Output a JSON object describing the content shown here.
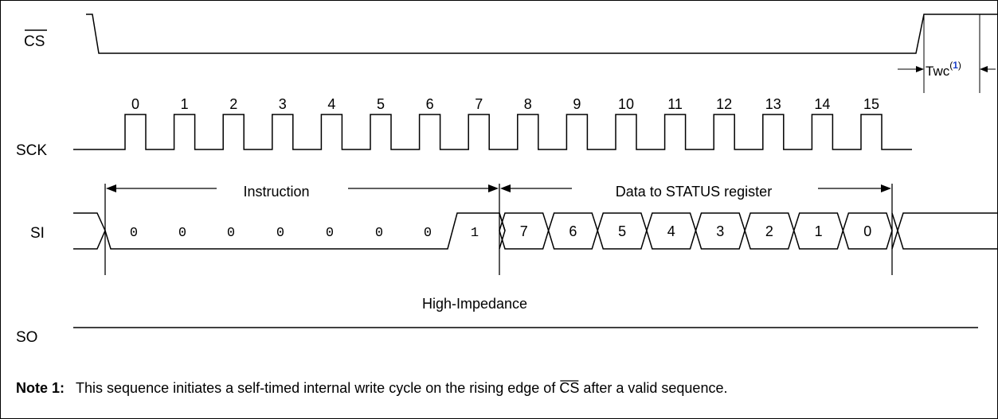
{
  "signals": {
    "cs": "CS",
    "sck": "SCK",
    "si": "SI",
    "so": "SO"
  },
  "clock_numbers": [
    "0",
    "1",
    "2",
    "3",
    "4",
    "5",
    "6",
    "7",
    "8",
    "9",
    "10",
    "11",
    "12",
    "13",
    "14",
    "15"
  ],
  "timing": {
    "twc_main": "Twc",
    "twc_note_ref": "1",
    "twc_close": ")",
    "twc_open": "("
  },
  "instruction": {
    "label": "Instruction",
    "bits": [
      "0",
      "0",
      "0",
      "0",
      "0",
      "0",
      "0",
      "1"
    ]
  },
  "data": {
    "label": "Data to STATUS register",
    "bits": [
      "7",
      "6",
      "5",
      "4",
      "3",
      "2",
      "1",
      "0"
    ]
  },
  "so_state": "High-Impedance",
  "note": {
    "label": "Note 1:",
    "text_before": "This sequence initiates a self-timed internal write cycle on the rising edge of ",
    "cs": "CS",
    "text_after": " after a valid sequence."
  },
  "colors": {
    "note_ref": "#1a3fc7",
    "line": "#000000"
  }
}
